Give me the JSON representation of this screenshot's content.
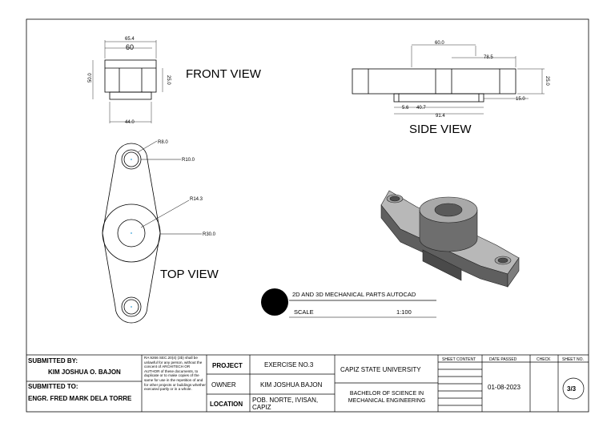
{
  "views": {
    "front": "FRONT VIEW",
    "side": "SIDE VIEW",
    "top": "TOP VIEW"
  },
  "dimensions": {
    "front_top_outer": "65.4",
    "front_top_inner": "60",
    "front_height": "50.0",
    "front_right": "25.0",
    "front_bottom": "44.0",
    "side_top": "60.0",
    "side_mid": "78.5",
    "side_height": "25.0",
    "side_right": "15.0",
    "side_a": "5.6",
    "side_b": "40.7",
    "side_total": "91.4",
    "top_r8": "R8.0",
    "top_r10": "R10.0",
    "top_r14": "R14.3",
    "top_r30": "R30.0"
  },
  "title_block": {
    "main_title": "2D AND 3D MECHANICAL PARTS AUTOCAD",
    "scale_label": "SCALE",
    "scale_value": "1:100",
    "submitted_by_label": "SUBMITTED BY:",
    "submitted_by": "KIM JOSHUA O. BAJON",
    "submitted_to_label": "SUBMITTED TO:",
    "submitted_to": "ENGR. FRED MARK DELA TORRE",
    "legal_note": "RA 9266 SEC.20(4) (3b) shall be unlawful for any person, without the concent of ARCHITECH OR AUTHOR of these documents, to duplicate or to make copies of the same for use in the repetition of and for other projects or buildings whether executed partly or in a whole.",
    "project_label": "PROJECT",
    "project": "EXERCISE NO.3",
    "owner_label": "OWNER",
    "owner": "KIM JOSHUA BAJON",
    "location_label": "LOCATION",
    "location": "POB. NORTE, IVISAN, CAPIZ",
    "university": "CAPIZ STATE UNIVERSITY",
    "program": "BACHELOR OF SCIENCE IN MECHANICAL ENGINEERING",
    "sheet_content_label": "SHEET CONTENT",
    "date_passed_label": "DATE PASSED",
    "date_passed": "01-08-2023",
    "check_label": "CHECK",
    "sheet_no_label": "SHEET NO.",
    "sheet_no": "3/3"
  }
}
